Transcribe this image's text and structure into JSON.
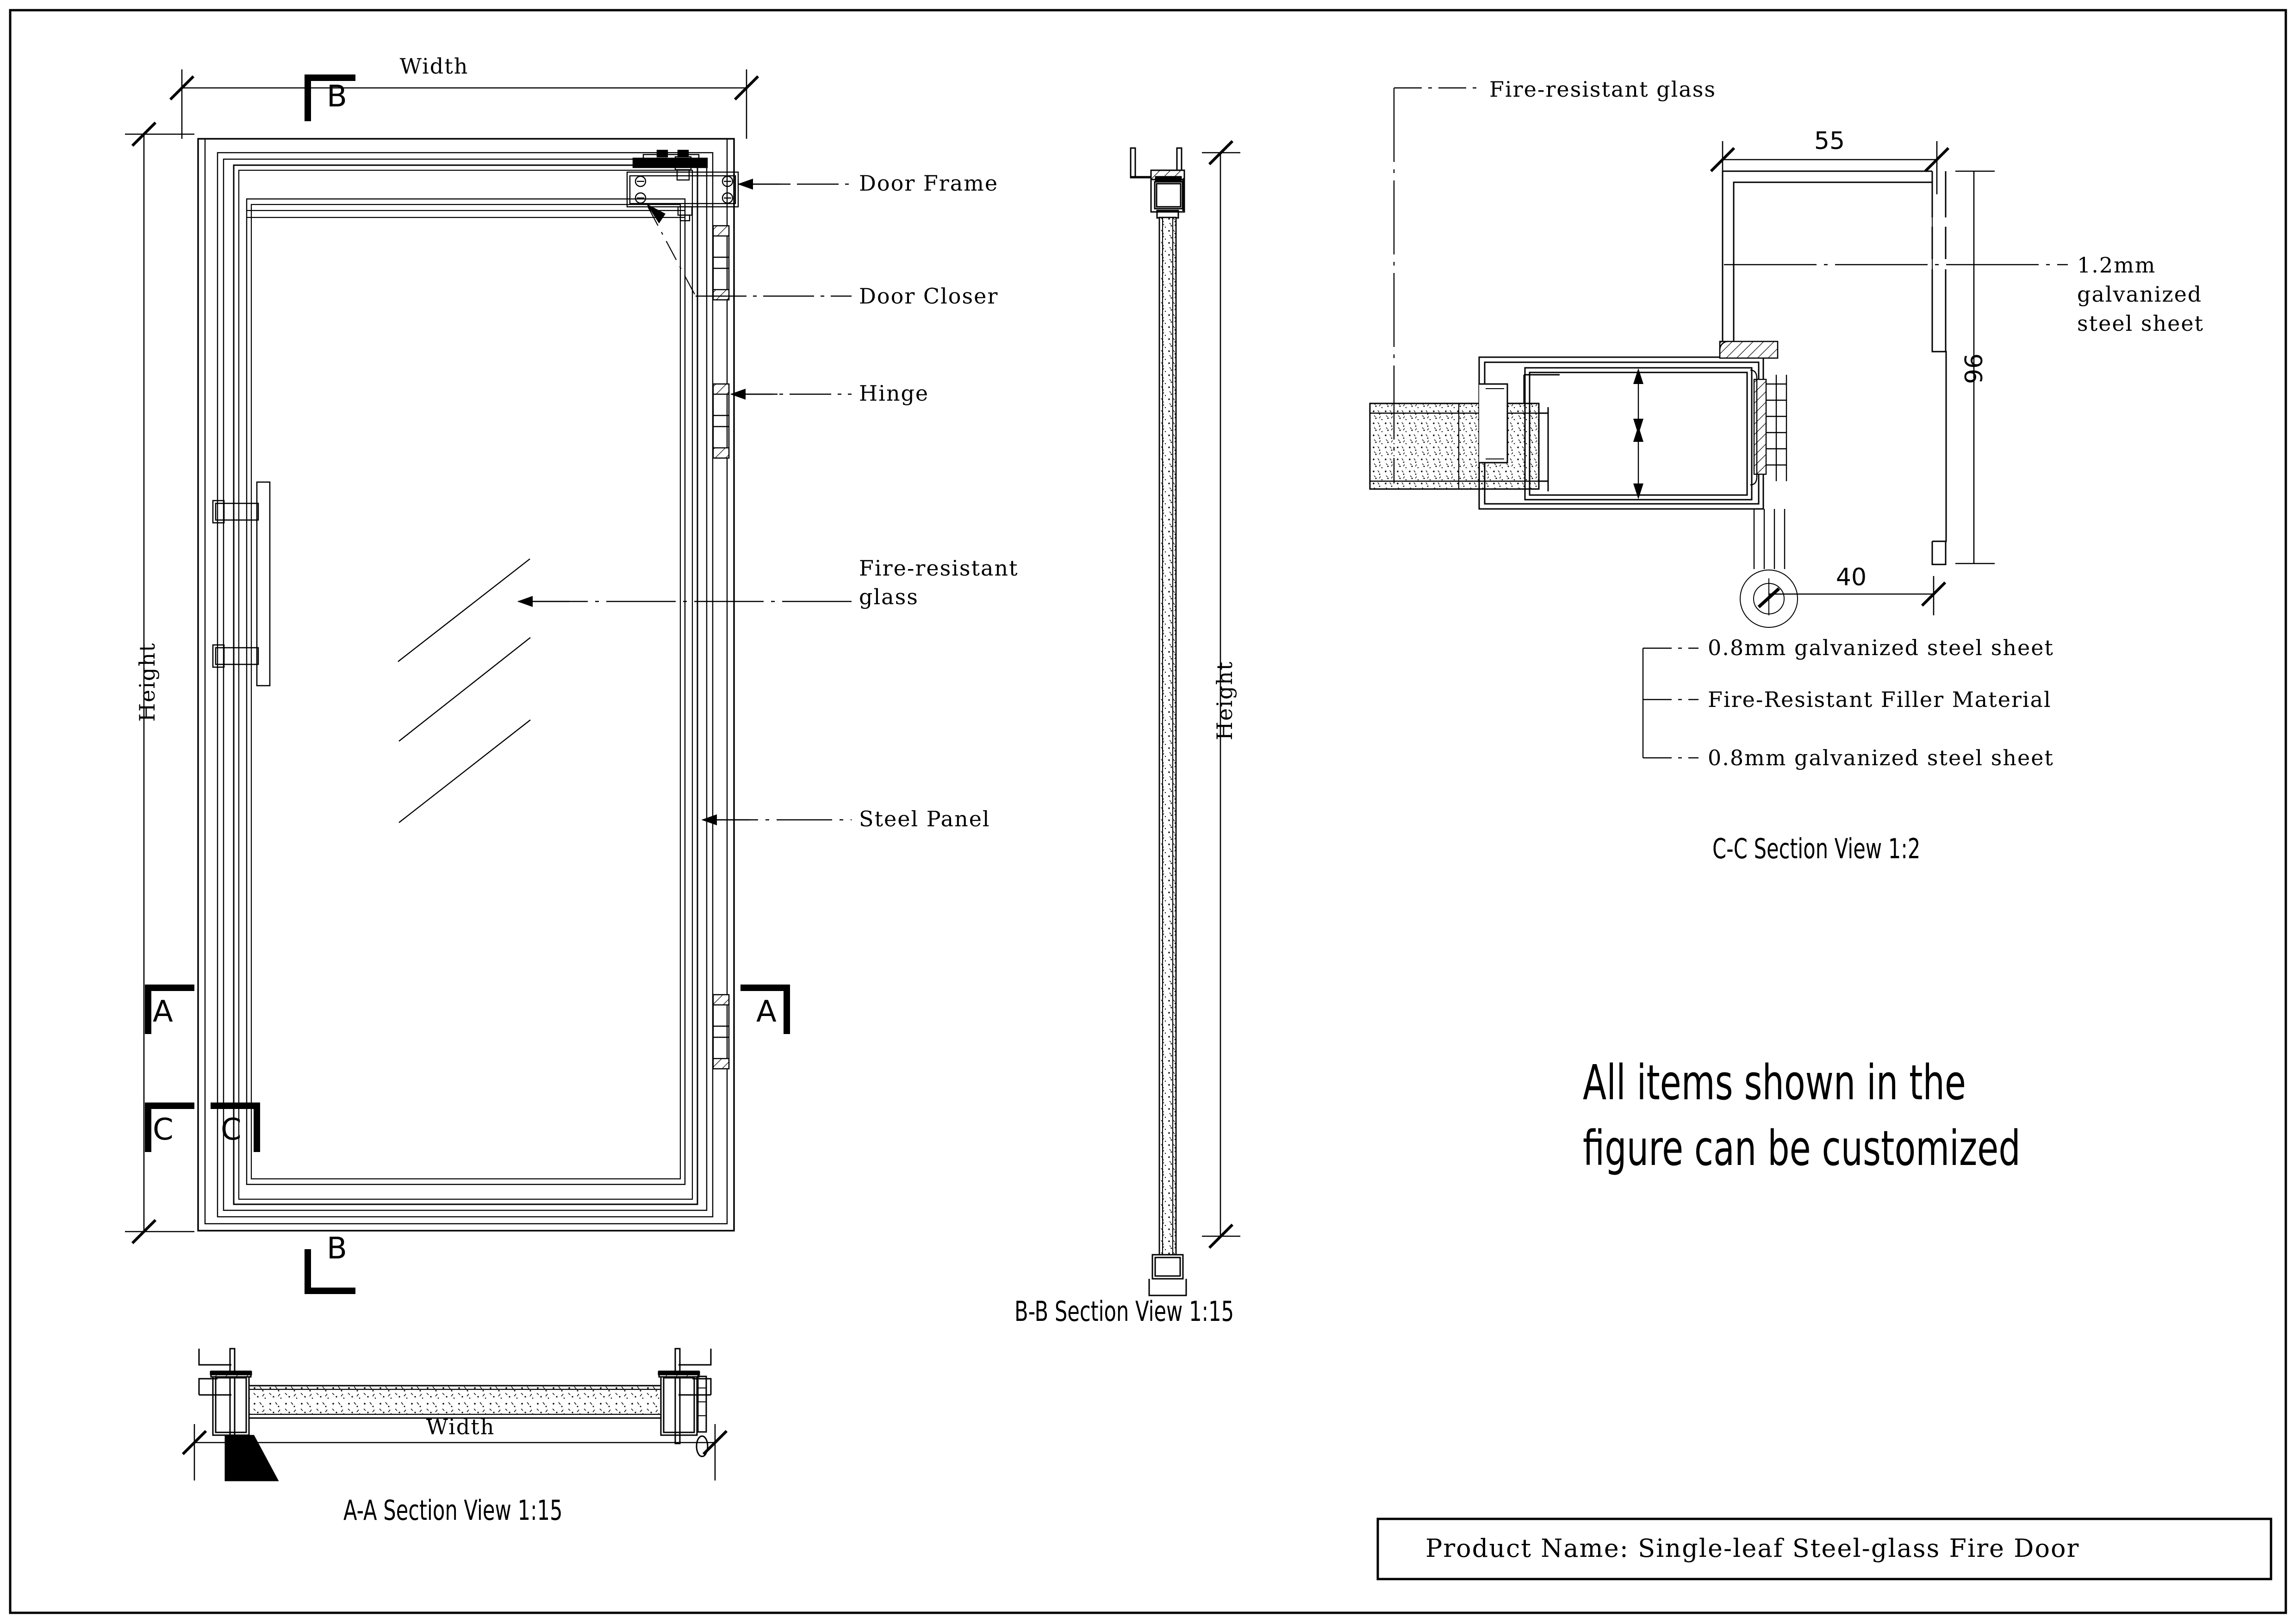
{
  "drawing": {
    "border_color": "#000000",
    "line_color": "#000000"
  },
  "elevation_view": {
    "width_dimension_label": "Width",
    "height_dimension_label": "Height",
    "section_marks": {
      "b_top": "B",
      "b_bottom": "B",
      "a_left": "A",
      "a_right": "A",
      "c_left": "C",
      "c_right": "C"
    },
    "callouts": [
      {
        "text": "Door Frame"
      },
      {
        "text": "Door Closer"
      },
      {
        "text": "Hinge"
      },
      {
        "text_line1": "Fire-resistant",
        "text_line2": "glass"
      },
      {
        "text": "Steel Panel"
      }
    ]
  },
  "bb_section": {
    "height_dimension_label": "Height",
    "title": "B-B Section View 1:15"
  },
  "aa_section": {
    "width_dimension_label": "Width",
    "title": "A-A Section View 1:15"
  },
  "cc_section": {
    "title": "C-C Section View 1:2",
    "callout_top": "Fire-resistant glass",
    "dimensions": {
      "top_width": "55",
      "right_height": "96",
      "bottom_width": "40"
    },
    "material_callouts": [
      {
        "text": "1.2mm",
        "line2": "galvanized",
        "line3": "steel sheet"
      },
      {
        "text": "0.8mm galvanized steel sheet"
      },
      {
        "text": "Fire-Resistant Filler Material"
      },
      {
        "text": "0.8mm galvanized steel sheet"
      }
    ]
  },
  "notice": {
    "line1": "All items shown in the",
    "line2": "figure can be customized"
  },
  "title_block": {
    "product_name": "Product Name: Single-leaf Steel-glass Fire Door"
  }
}
